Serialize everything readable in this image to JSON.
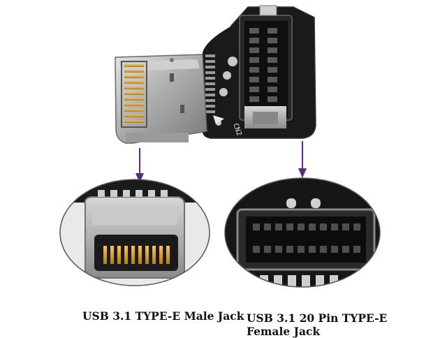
{
  "captions": {
    "male_jack": "USB 3.1 TYPE-E Male Jack",
    "female_jack_line1": "USB 3.1 20 Pin TYPE-E",
    "female_jack_line2": "Female Jack"
  },
  "board_labels": {
    "connector_id": "CN2",
    "connector_id_zoom": "CN"
  },
  "colors": {
    "arrow": "#5b2a7c",
    "pcb": "#1b1b1b",
    "metal": "#b9b9b9",
    "gold": "#d9a63a",
    "ellipse_border": "#555555"
  }
}
